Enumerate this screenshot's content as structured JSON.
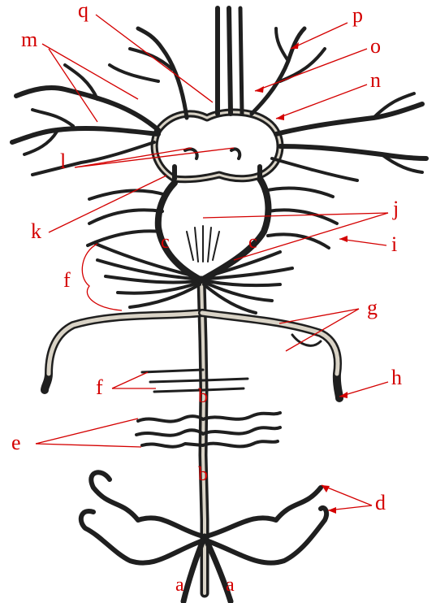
{
  "colors": {
    "vessel": "#1f1f1f",
    "vessel_fill": "#d9d3c6",
    "label": "#d40000",
    "background": "#ffffff"
  },
  "labels": {
    "a": "a",
    "b": "b",
    "c": "c",
    "d": "d",
    "e": "e",
    "f": "f",
    "g": "g",
    "h": "h",
    "i": "i",
    "j": "j",
    "k": "k",
    "l": "l",
    "m": "m",
    "n": "n",
    "o": "o",
    "p": "p",
    "q": "q"
  }
}
